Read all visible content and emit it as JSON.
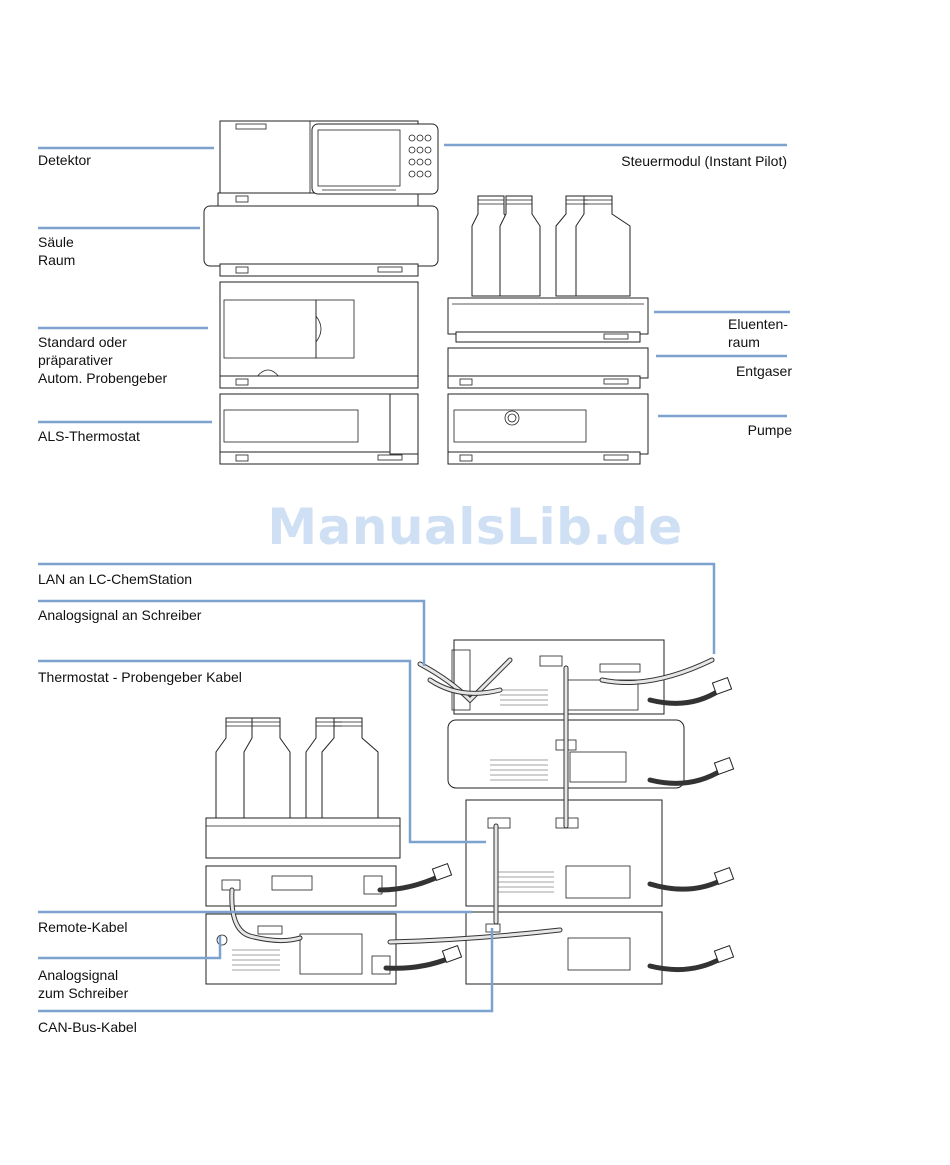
{
  "watermark": "ManualsLib.de",
  "top_diagram": {
    "labels": {
      "detektor": "Detektor",
      "steuermodul": "Steuermodul (Instant Pilot)",
      "saeule_raum": "Säule\nRaum",
      "standard_probengeber": "Standard oder\npräparativer\nAutom. Probengeber",
      "eluentenraum": "Eluenten-\nraum",
      "entgaser": "Entgaser",
      "als_thermostat": "ALS-Thermostat",
      "pumpe": "Pumpe"
    }
  },
  "bottom_diagram": {
    "labels": {
      "lan": "LAN an LC-ChemStation",
      "analog_schreiber": "Analogsignal an Schreiber",
      "thermostat_kabel": "Thermostat - Probengeber Kabel",
      "remote_kabel": "Remote-Kabel",
      "analog_zum_schreiber": "Analogsignal\nzum Schreiber",
      "can_bus": "CAN-Bus-Kabel"
    }
  },
  "colors": {
    "leader_line": "#7ea2cf",
    "watermark": "#cfdff4",
    "outline": "#222222"
  }
}
